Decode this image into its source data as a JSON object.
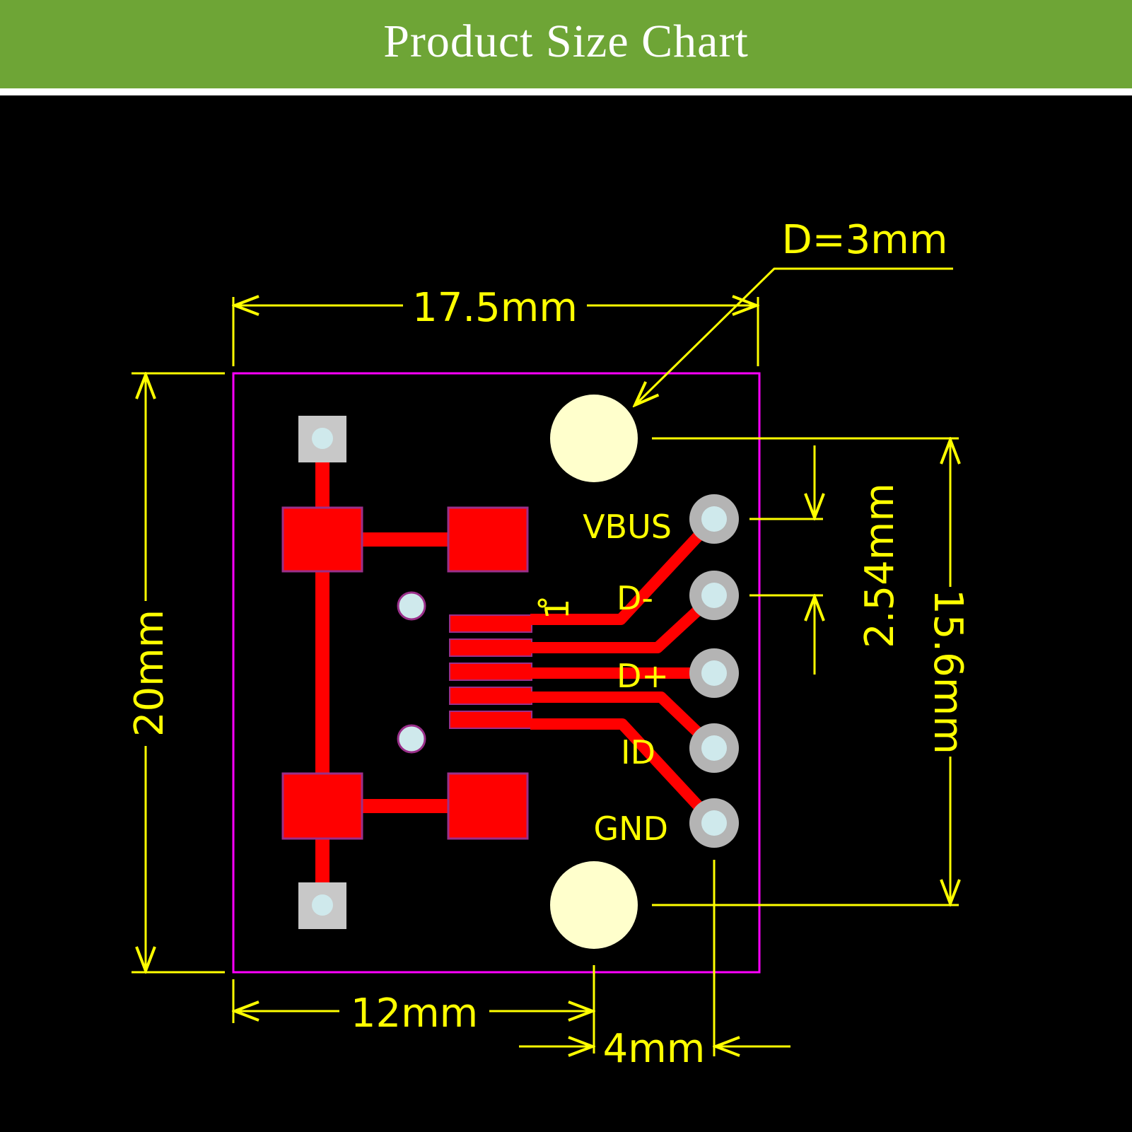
{
  "header": {
    "title": "Product Size Chart"
  },
  "diagram": {
    "dimensions": {
      "width": "17.5mm",
      "height": "20mm",
      "hole_diameter": "D=3mm",
      "pin_pitch": "2.54mm",
      "hole_spacing": "15.6mm",
      "hole_offset": "12mm",
      "pin_offset": "4mm"
    },
    "pins": [
      "VBUS",
      "D-",
      "D+",
      "ID",
      "GND"
    ],
    "pin1_marker": "1",
    "colors": {
      "header_bg": "#6ea536",
      "dimension": "#ffff00",
      "copper": "#ff0000",
      "outline": "#ff00ff",
      "hole": "#ffffcc",
      "pad": "#c8c8c8"
    }
  }
}
